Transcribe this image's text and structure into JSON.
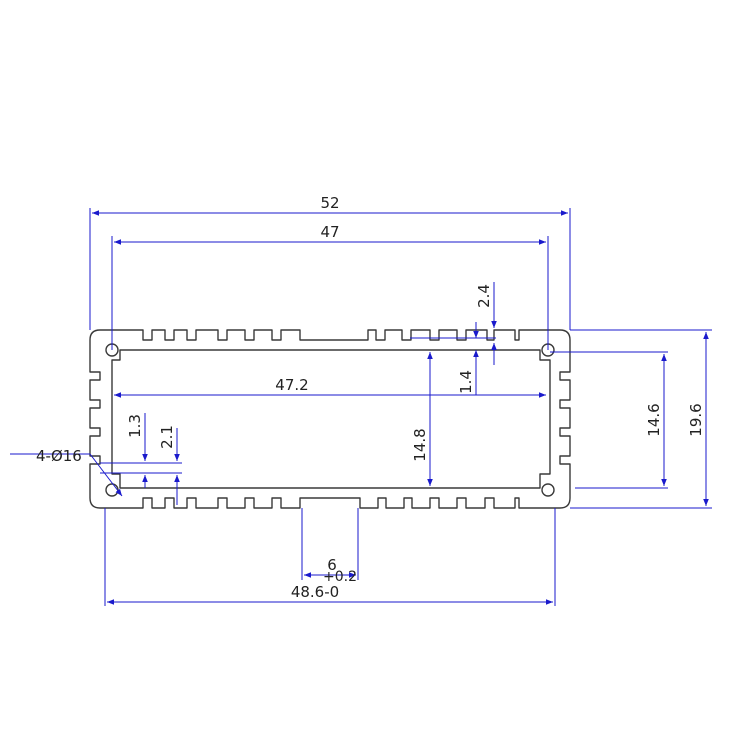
{
  "colors": {
    "profile": "#3a3a3a",
    "dimension": "#1a1acc",
    "text": "#222222",
    "background": "#ffffff"
  },
  "dimensions": {
    "outer_width": "52",
    "inner_width": "47",
    "inner_length": "47.2",
    "slot_depth": "2.4",
    "wall_offset": "1.4",
    "inner_height": "14.8",
    "inner_gap": "14.6",
    "outer_height": "19.6",
    "fin_depth": "1.3",
    "fin_step": "2.1",
    "holes": "4-Ø16",
    "slot_width": "6",
    "slot_tolerance": "+0.2",
    "base_width": "48.6-0"
  }
}
